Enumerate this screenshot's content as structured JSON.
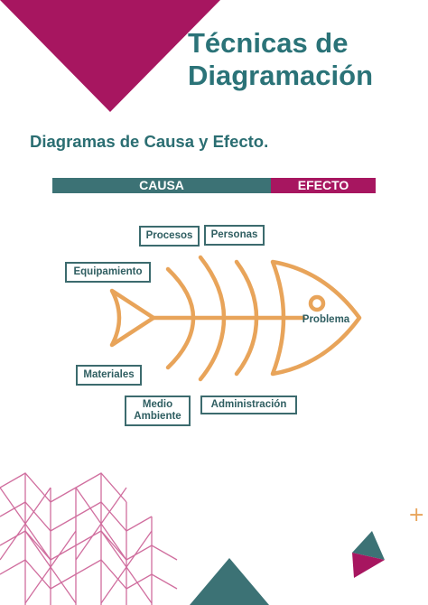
{
  "header": {
    "title_line1": "Técnicas de",
    "title_line2": "Diagramación"
  },
  "subtitle": "Diagramas de Causa y Efecto.",
  "bars": {
    "causa": "CAUSA",
    "efecto": "EFECTO"
  },
  "causes": {
    "procesos": "Procesos",
    "personas": "Personas",
    "equipamiento": "Equipamiento",
    "materiales": "Materiales",
    "medio_ambiente_1": "Medio",
    "medio_ambiente_2": "Ambiente",
    "administracion": "Administración"
  },
  "effect": "Problema",
  "colors": {
    "teal": "#2b7378",
    "magenta": "#a71660",
    "fish": "#e8a45a",
    "box_border": "#3c6b6e"
  },
  "icons": [
    "plus-icon",
    "fish-skeleton-icon",
    "triangle-decoration"
  ]
}
